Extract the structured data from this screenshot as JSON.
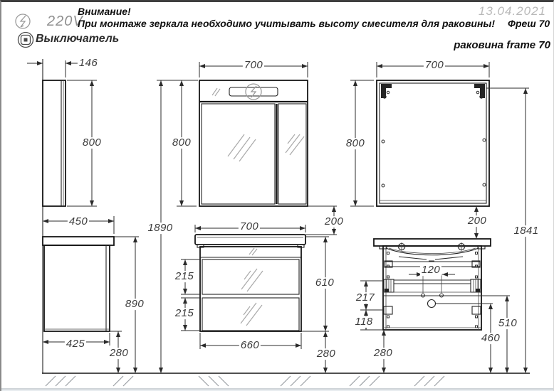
{
  "header": {
    "voltage": "220V",
    "switch_label": "Выключатель",
    "warning_title": "Внимание!",
    "warning_text": "При монтаже зеркала необходимо учитывать высоту смесителя для раковины!",
    "model": "Фреш 70",
    "date": "13.04.2021",
    "sink_note": "раковина  frame 70"
  },
  "dims": {
    "mirror_side_depth": "146",
    "mirror_side_height": "800",
    "mirror_front_width": "700",
    "mirror_front_height": "800",
    "mirror_front_gap": "200",
    "mirror_back_width": "700",
    "mirror_back_height": "800",
    "mirror_back_gap": "200",
    "bracket_height": "1841",
    "sink_depth": "450",
    "vanity_height": "890",
    "cabinet_depth": "425",
    "side_floor_gap": "280",
    "total_height": "1890",
    "sink_width": "700",
    "drawer_top": "215",
    "drawer_bottom": "215",
    "cabinet_height": "610",
    "cabinet_width": "660",
    "front_floor_gap": "280",
    "hanger_spacing": "120",
    "rail_offset": "217",
    "bottom_offset": "118",
    "back_floor_gap": "280",
    "trap_height": "510",
    "drain_height": "460"
  }
}
